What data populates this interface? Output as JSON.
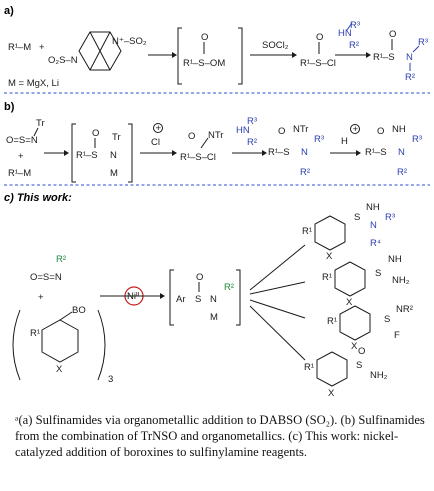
{
  "panels": {
    "a": {
      "label": "a)",
      "reagent_r1m": "R¹–M",
      "plus": "+",
      "dabso_left": "O₂S–N",
      "dabso_right": "N⁺–SO₂",
      "m_def": "M = MgX, Li",
      "bracket_int": "R¹–S–OM",
      "socl2": "SOCl₂",
      "chloride": "R¹–S–Cl",
      "amine": "HN",
      "amine_r3": "R³",
      "amine_r2": "R²",
      "product_left": "R¹–S",
      "product_n": "N",
      "product_r3": "R³",
      "product_r2": "R²",
      "o": "O"
    },
    "b": {
      "label": "b)",
      "trnso": "O=S=N",
      "tr": "Tr",
      "plus": "+",
      "r1m": "R¹–M",
      "int_left": "R¹–S",
      "int_n": "N",
      "int_tr": "Tr",
      "int_m": "M",
      "cl_plus": "Cl",
      "sulfonimidoyl": "R¹–S–Cl",
      "ntr": "NTr",
      "amine": "HN",
      "amine_r3": "R³",
      "amine_r2": "R²",
      "prod1_left": "R¹–S",
      "prod1_ntr": "NTr",
      "prod1_n": "N",
      "prod1_r3": "R³",
      "prod1_r2": "R²",
      "h_plus": "H",
      "prod2_left": "R¹–S",
      "prod2_nh": "NH",
      "prod2_n": "N",
      "prod2_r3": "R³",
      "prod2_r2": "R²",
      "o": "O"
    },
    "c": {
      "label": "c) This work:",
      "sulfinylamine": "O=S=N",
      "r2": "R²",
      "plus": "+",
      "bo": "BO",
      "x": "X",
      "r1": "R¹",
      "sub3": "3",
      "catalyst": "Niᴵᴵ",
      "int_ar": "Ar",
      "int_s": "S",
      "int_n": "N",
      "int_r2": "R²",
      "int_m": "M",
      "int_o": "O",
      "products": [
        {
          "group": "S",
          "a": "NH",
          "b": "N",
          "c": "R³",
          "d": "R⁴"
        },
        {
          "group": "S",
          "a": "NH",
          "b": "NH₂"
        },
        {
          "group": "S",
          "a": "NR²",
          "b": "F"
        },
        {
          "group": "S",
          "a": "O",
          "b": "NH₂"
        }
      ]
    }
  },
  "caption": "ᵃ(a) Sulfinamides via organometallic addition to DABSO (SO₂). (b) Sulfinamides from the combination of TrNSO and organometallics. (c) This work: nickel-catalyzed addition of boroxines to sulfinylamine reagents.",
  "colors": {
    "blue": "#2b3fb0",
    "green": "#1e8a3a",
    "red": "#c81e1e",
    "divider": "#2a4fd0"
  }
}
